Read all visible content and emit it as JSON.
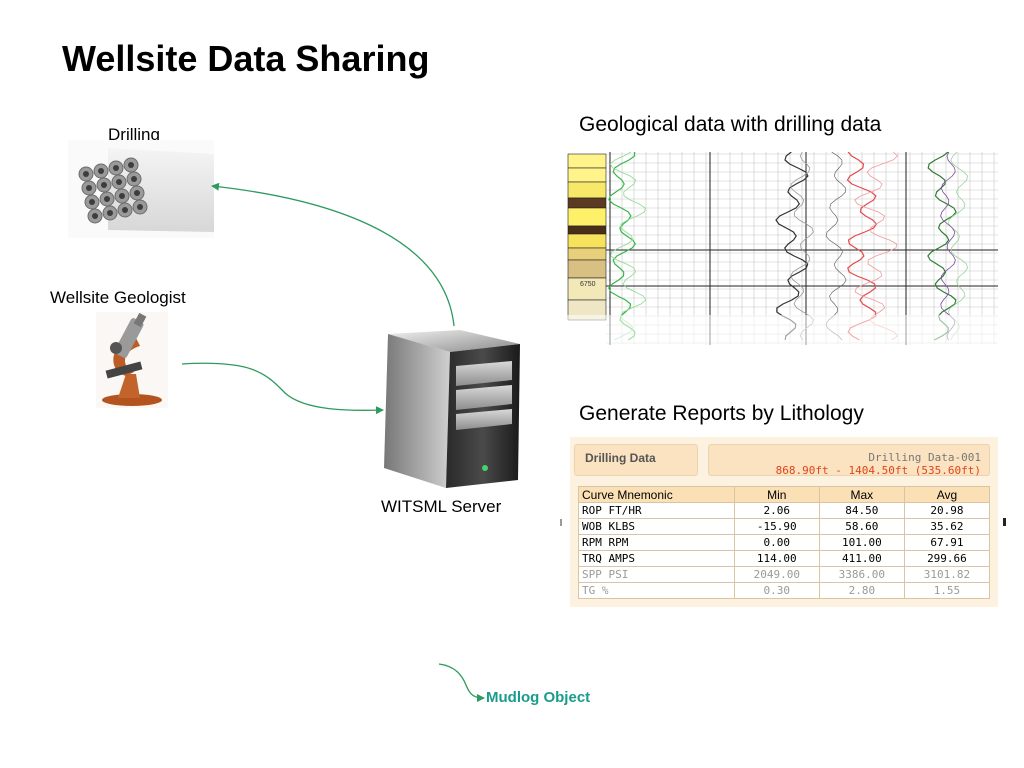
{
  "slide": {
    "title": "Wellsite Data Sharing"
  },
  "nodes": {
    "drilling": "Drilling",
    "geologist": "Wellsite Geologist",
    "server": "WITSML Server"
  },
  "panels": {
    "geo_caption": "Geological data with drilling data",
    "report_caption": "Generate Reports by Lithology",
    "log_depth": "6750"
  },
  "report": {
    "heading": "Drilling Data",
    "dataset": "Drilling Data-001",
    "range_from": "868.90ft",
    "range_sep": " - ",
    "range_to": "1404.50ft",
    "range_len": "(535.60ft)",
    "columns": [
      "Curve Mnemonic",
      "Min",
      "Max",
      "Avg"
    ],
    "rows": [
      {
        "name": "ROP FT/HR",
        "min": "2.06",
        "max": "84.50",
        "avg": "20.98"
      },
      {
        "name": "WOB KLBS",
        "min": "-15.90",
        "max": "58.60",
        "avg": "35.62"
      },
      {
        "name": "RPM RPM",
        "min": "0.00",
        "max": "101.00",
        "avg": "67.91"
      },
      {
        "name": "TRQ AMPS",
        "min": "114.00",
        "max": "411.00",
        "avg": "299.66"
      },
      {
        "name": "SPP PSI",
        "min": "2049.00",
        "max": "3386.00",
        "avg": "3101.82"
      },
      {
        "name": "TG %",
        "min": "0.30",
        "max": "2.80",
        "avg": "1.55"
      }
    ]
  },
  "legend": {
    "mudlog": "Mudlog Object"
  },
  "colors": {
    "arrow": "#2e9a5e",
    "mudlog_text": "#1a9c8c",
    "range_text": "#e0451b"
  }
}
